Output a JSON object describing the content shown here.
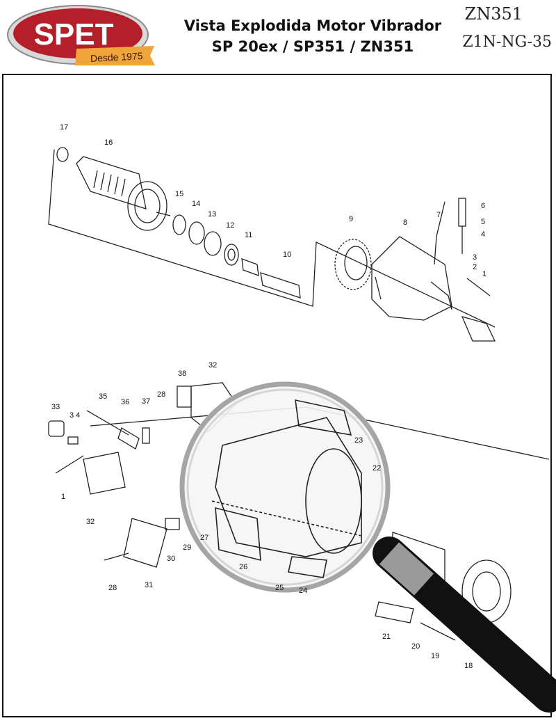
{
  "logo": {
    "brand": "SPET",
    "tagline": "Desde 1975",
    "colors": {
      "red": "#b3202a",
      "gold": "#f0a53a",
      "ring": "#c9c9c9"
    }
  },
  "header": {
    "title_line1": "Vista Explodida Motor Vibrador",
    "title_line2": "SP 20ex / SP351 / ZN351",
    "code_top": "ZN351",
    "code_bottom": "Z1N-NG-35"
  },
  "parts": [
    {
      "id": "p17",
      "label": "17"
    },
    {
      "id": "p16",
      "label": "16"
    },
    {
      "id": "p15",
      "label": "15"
    },
    {
      "id": "p14",
      "label": "14"
    },
    {
      "id": "p13",
      "label": "13"
    },
    {
      "id": "p12",
      "label": "12"
    },
    {
      "id": "p11",
      "label": "11"
    },
    {
      "id": "p10",
      "label": "10"
    },
    {
      "id": "p9",
      "label": "9"
    },
    {
      "id": "p8",
      "label": "8"
    },
    {
      "id": "p7",
      "label": "7"
    },
    {
      "id": "p6",
      "label": "6"
    },
    {
      "id": "p5",
      "label": "5"
    },
    {
      "id": "p4",
      "label": "4"
    },
    {
      "id": "p3",
      "label": "3"
    },
    {
      "id": "p2",
      "label": "2"
    },
    {
      "id": "p1a",
      "label": "1"
    },
    {
      "id": "p38",
      "label": "38"
    },
    {
      "id": "p32a",
      "label": "32"
    },
    {
      "id": "p33",
      "label": "33"
    },
    {
      "id": "p34",
      "label": "3 4"
    },
    {
      "id": "p35",
      "label": "35"
    },
    {
      "id": "p36",
      "label": "36"
    },
    {
      "id": "p37",
      "label": "37"
    },
    {
      "id": "p28a",
      "label": "28"
    },
    {
      "id": "p1b",
      "label": "1"
    },
    {
      "id": "p32b",
      "label": "32"
    },
    {
      "id": "p23",
      "label": "23"
    },
    {
      "id": "p22",
      "label": "22"
    },
    {
      "id": "p27",
      "label": "27"
    },
    {
      "id": "p29",
      "label": "29"
    },
    {
      "id": "p30",
      "label": "30"
    },
    {
      "id": "p28b",
      "label": "28"
    },
    {
      "id": "p31",
      "label": "31"
    },
    {
      "id": "p26",
      "label": "26"
    },
    {
      "id": "p25",
      "label": "25"
    },
    {
      "id": "p24",
      "label": "24"
    },
    {
      "id": "p21",
      "label": "21"
    },
    {
      "id": "p20",
      "label": "20"
    },
    {
      "id": "p19",
      "label": "19"
    },
    {
      "id": "p18",
      "label": "18"
    }
  ]
}
